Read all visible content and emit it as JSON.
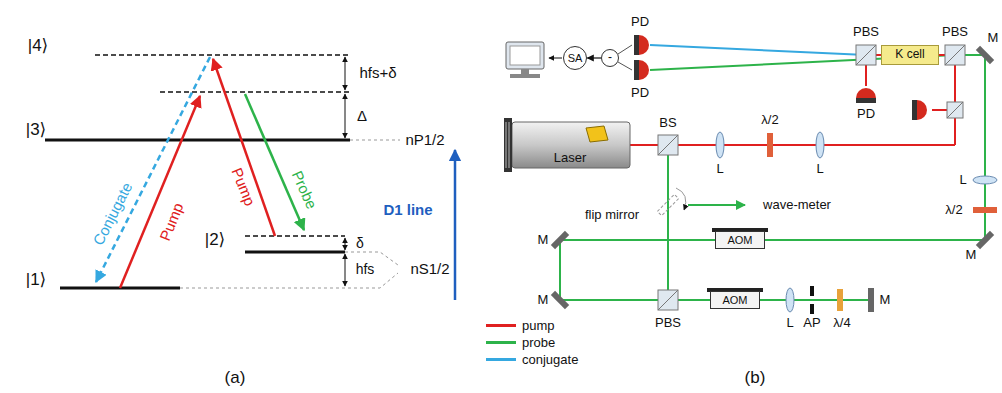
{
  "diagram": {
    "nodes": [
      {
        "text": [
          "SA"
        ]
      },
      {
        "text": [
          "-"
        ]
      },
      {
        "text": [
          "K cell"
        ]
      },
      {
        "text": [
          "Laser"
        ]
      },
      {
        "text": [
          "AOM"
        ]
      },
      {
        "text": [
          "AOM"
        ]
      }
    ],
    "edges": [
      {
        "from": 1,
        "to": 0,
        "arrow": "to"
      }
    ],
    "labels": [
      "|4⟩",
      "|3⟩",
      "|2⟩",
      "|1⟩",
      "hfs+δ",
      "Δ",
      "nP1/2",
      "D1 line",
      "δ",
      "hfs",
      "nS1/2",
      "Conjugate",
      "Pump",
      "Pump",
      "Probe",
      "(a)",
      "PD",
      "PD",
      "PBS",
      "PBS",
      "PD",
      "BS",
      "L",
      "λ/2",
      "L",
      "M",
      "flip mirror",
      "wave-meter",
      "M",
      "M",
      "PBS",
      "L",
      "AP",
      "λ/4",
      "M",
      "L",
      "λ/2",
      "M",
      "(b)"
    ],
    "legend": [
      {
        "text": "pump",
        "color": "#e02020"
      },
      {
        "text": "probe",
        "color": "#2db34a"
      },
      {
        "text": "conjugate",
        "color": "#35a8e0"
      }
    ]
  }
}
